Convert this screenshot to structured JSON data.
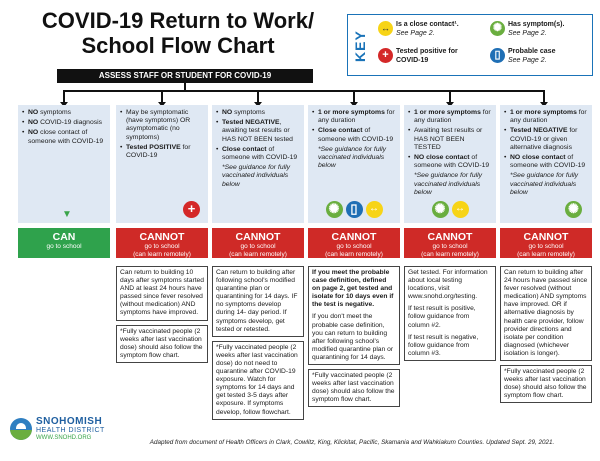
{
  "title_line1": "COVID-19 Return to Work/",
  "title_line2": "School Flow Chart",
  "key": {
    "label": "KEY",
    "items": [
      {
        "icon": "close-contact-arrow-icon",
        "title": "Is a close contact¹.",
        "sub": "See Page 2."
      },
      {
        "icon": "has-symptoms-virus-icon",
        "title": "Has symptom(s).",
        "sub": "See Page 2."
      },
      {
        "icon": "tested-positive-cross-icon",
        "title": "Tested positive for COVID-19",
        "sub": ""
      },
      {
        "icon": "probable-case-phone-icon",
        "title": "Probable case",
        "sub": "See Page 2."
      }
    ]
  },
  "assess_label": "ASSESS STAFF OR STUDENT FOR COVID-19",
  "columns": [
    {
      "top": [
        {
          "b": "NO",
          "t": " symptoms"
        },
        {
          "b": "NO",
          "t": " COVID-19 diagnosis"
        },
        {
          "b": "NO",
          "t": " close contact of someone with COVID-19"
        }
      ],
      "status": "CAN",
      "status_sub": "go to school",
      "status_sub2": ""
    },
    {
      "top": [
        {
          "b": "",
          "t": "May be symptomatic (have symptoms) OR asymptomatic (no symptoms)"
        },
        {
          "b": "Tested POSITIVE",
          "t": " for COVID-19"
        }
      ],
      "status": "CANNOT",
      "status_sub": "go to school",
      "status_sub2": "(can learn remotely)",
      "box1": "Can return to building 10 days after symptoms started AND at least 24 hours have passed since fever resolved (without medication) AND symptoms have improved.",
      "box2": "*Fully vaccinated people (2 weeks after last vaccination dose) should also follow the symptom flow chart."
    },
    {
      "top": [
        {
          "b": "NO",
          "t": " symptoms"
        },
        {
          "b": "Tested NEGATIVE",
          "t": ", awaiting test results or HAS NOT BEEN tested"
        },
        {
          "b": "Close contact",
          "t": " of someone with COVID-19"
        }
      ],
      "note": "*See guidance for fully vaccinated individuals below",
      "status": "CANNOT",
      "status_sub": "go to school",
      "status_sub2": "(can learn remotely)",
      "box1": "Can return to building after following school's modified quarantine plan or quarantining for 14 days. IF no symptoms develop during 14- day period. If symptoms develop, get tested or retested.",
      "box2": "*Fully vaccinated people (2 weeks after last vaccination dose) do not need to quarantine after COVID-19 exposure. Watch for symptoms for 14 days and get tested 3-5 days after exposure. If symptoms develop, follow flowchart."
    },
    {
      "top": [
        {
          "b": "1 or more symptoms",
          "t": " for any duration"
        },
        {
          "b": "Close contact",
          "t": " of someone with COVID-19"
        }
      ],
      "note": "*See guidance for fully vaccinated individuals below",
      "status": "CANNOT",
      "status_sub": "go to school",
      "status_sub2": "(can learn remotely)",
      "box1": "If you meet the probable case definition, defined on page 2, get tested and isolate for 10 days even if the test is negative.",
      "box1b": "If you don't meet the probable case definition, you can return to building after following school's modified quarantine plan or quarantining for 14 days.",
      "box2": "*Fully vaccinated people (2 weeks after last vaccination dose) should also follow the symptom flow chart."
    },
    {
      "top": [
        {
          "b": "1 or more symptoms",
          "t": " for any duration"
        },
        {
          "b": "",
          "t": "Awaiting test results or HAS NOT BEEN TESTED"
        },
        {
          "b": "NO close contact",
          "t": " of someone with COVID-19"
        }
      ],
      "note": "*See guidance for fully vaccinated individuals below",
      "status": "CANNOT",
      "status_sub": "go to school",
      "status_sub2": "(can learn remotely)",
      "box1": "Get tested. For information about local testing locations, visit www.snohd.org/testing.",
      "box1b": "If test result is positive, follow guidance from column #2.",
      "box1c": "If test result is negative, follow guidance from column #3."
    },
    {
      "top": [
        {
          "b": "1 or more symptoms",
          "t": " for any duration"
        },
        {
          "b": "Tested NEGATIVE",
          "t": " for COVID-19 or given alternative diagnosis"
        },
        {
          "b": "NO close contact",
          "t": " of someone with COVID-19"
        }
      ],
      "note": "*See guidance for fully vaccinated individuals below",
      "status": "CANNOT",
      "status_sub": "go to school",
      "status_sub2": "(can learn remotely)",
      "box1": "Can return to building after 24 hours have passed since fever resolved (without medication) AND symptoms have improved. OR if alternative diagnosis by health care provider, follow provider directions and isolate per condition diagnosed (whichever isolation is longer).",
      "box2": "*Fully vaccinated people (2 weeks after last vaccination dose) should also follow the symptom flow chart."
    }
  ],
  "logo": {
    "line1": "SNOHOMISH",
    "line2": "HEALTH DISTRICT",
    "line3": "WWW.SNOHD.ORG"
  },
  "footer": "Adapted from document of Health Officers in Clark, Cowlitz, King, Klickitat, Pacific, Skamania and Wahkiakum Counties. Updated Sept. 29, 2021.",
  "colors": {
    "can": "#2fa24c",
    "cannot": "#cf2a27",
    "panel": "#dfe8f3",
    "key_border": "#1a73b8"
  }
}
